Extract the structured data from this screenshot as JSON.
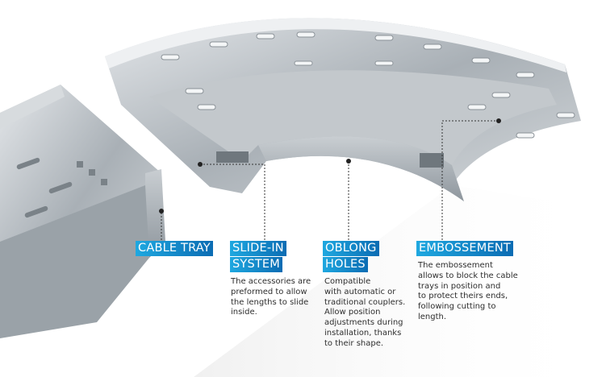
{
  "callouts": [
    {
      "title_lines": [
        "CABLE TRAY"
      ],
      "description": ""
    },
    {
      "title_lines": [
        "SLIDE-IN",
        "SYSTEM"
      ],
      "description": "The accessories are\npreformed to allow\nthe lengths to slide\ninside."
    },
    {
      "title_lines": [
        "OBLONG",
        "HOLES"
      ],
      "description": "Compatible\nwith automatic or\ntraditional couplers.\nAllow position\nadjustments during\ninstallation, thanks\nto their shape."
    },
    {
      "title_lines": [
        "EMBOSSEMENT"
      ],
      "description": "The embossement\nallows to block the cable\ntrays in position and\nto protect theirs ends,\nfollowing cutting to\nlength."
    }
  ],
  "colors": {
    "label_start": "#1fa8e0",
    "label_end": "#0b6cb3",
    "metal": "#b9bfc4"
  }
}
